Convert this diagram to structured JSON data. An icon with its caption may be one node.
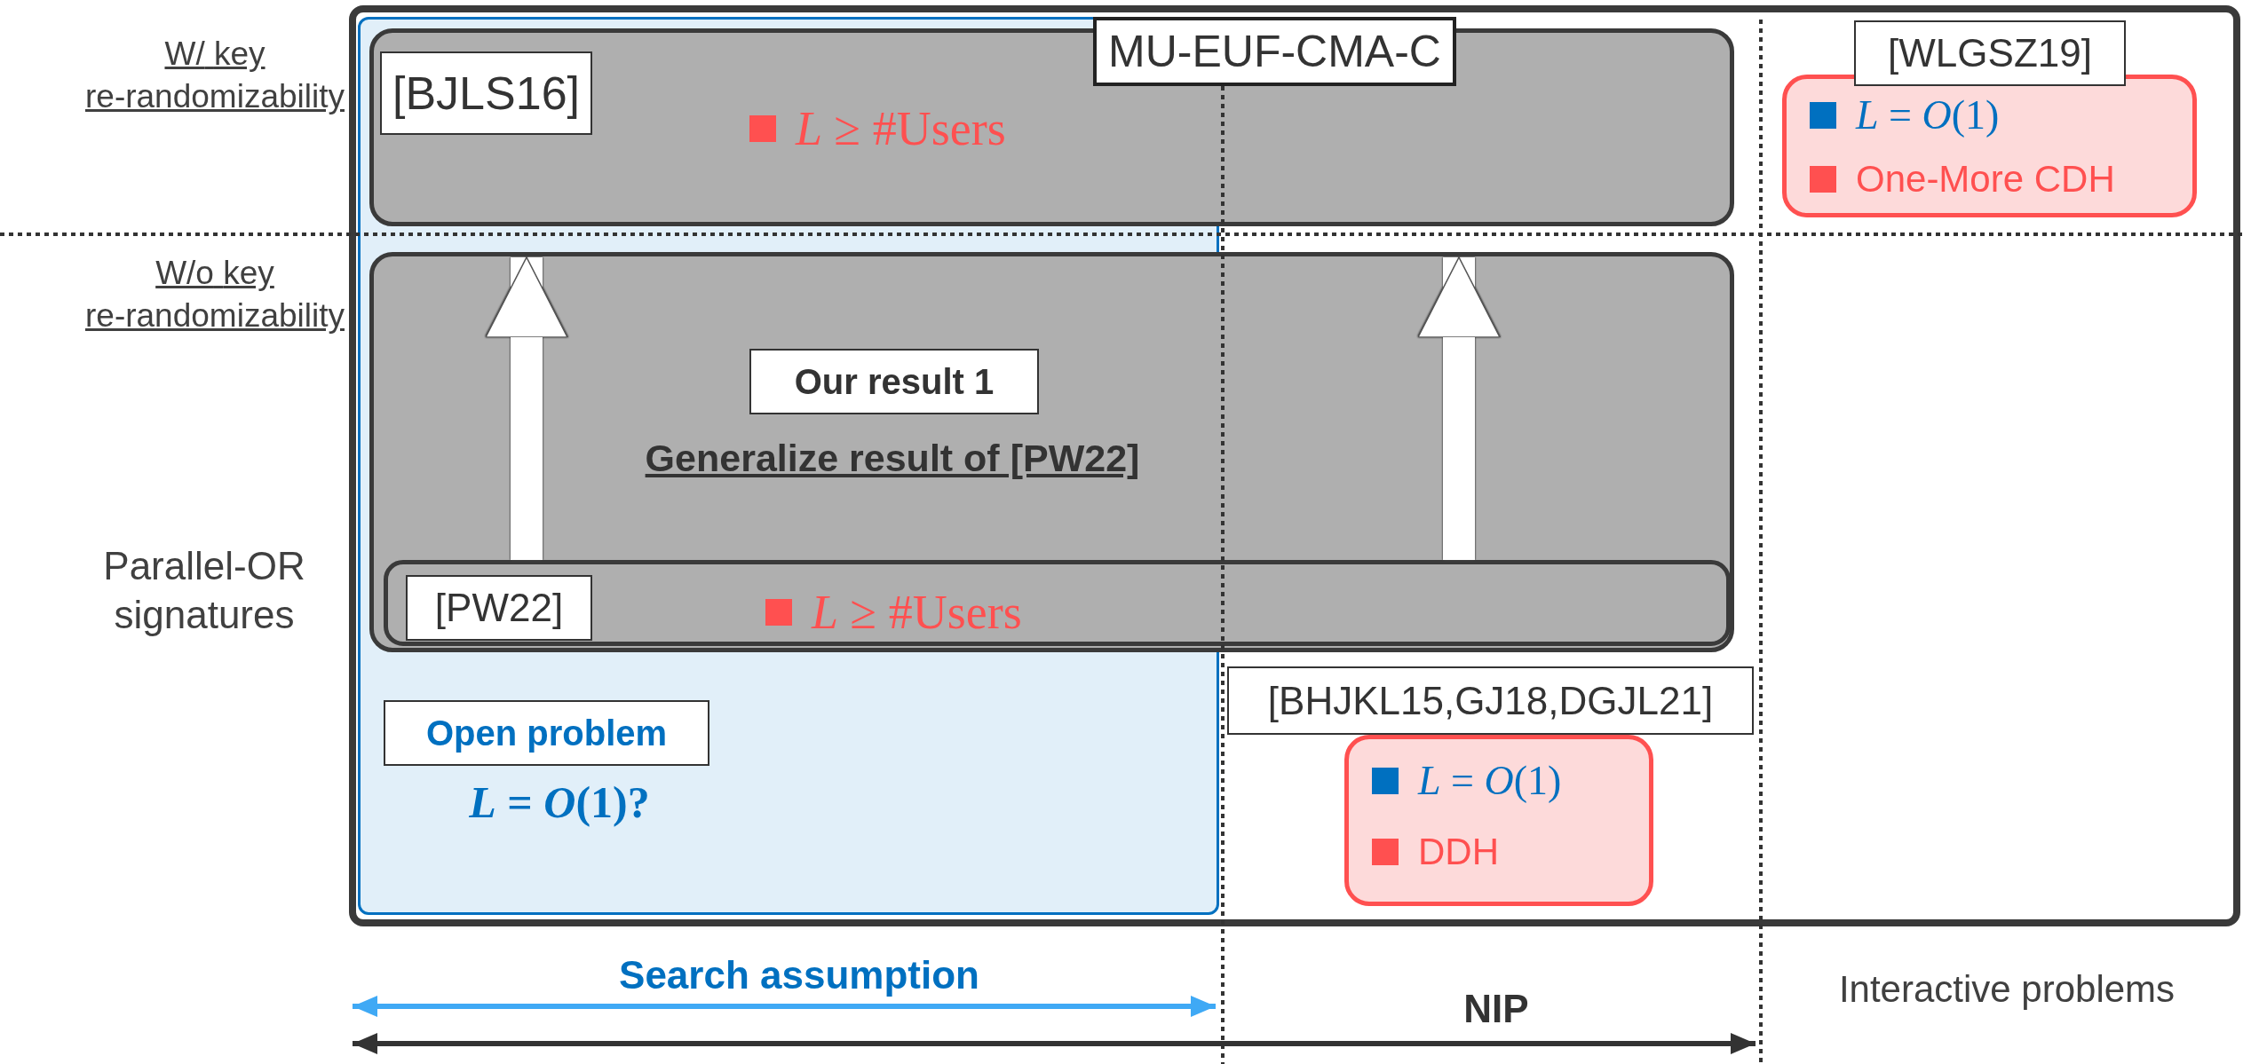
{
  "diagram": {
    "nodes": [
      {
        "text": [],
        "shape": "box"
      },
      {
        "text": [
          "MU-EUF-CMA-C"
        ],
        "in": 0
      },
      {
        "text": [],
        "shape": "box",
        "in": 0
      },
      {
        "text": [
          "[BJLS16]",
          "*L* ≥ #Users"
        ],
        "in": 0
      },
      {
        "text": [
          "Generalize result of [PW22]"
        ],
        "in": 0
      },
      {
        "text": [
          "Our result 1"
        ]
      },
      {
        "text": [
          "[PW22]",
          "*L* ≥ #Users"
        ],
        "in": 4
      },
      {
        "text": [
          "Open problem"
        ],
        "beside": [
          "*L* = *O*(1)?"
        ],
        "in": 2
      },
      {
        "text": [
          "[WLGSZ19]",
          "*L* = *O*(1)",
          "One-More CDH"
        ],
        "in": 0
      },
      {
        "text": [
          "[BHJKL15,GJ18,DGJL21]",
          "*L* = *O*(1)",
          "DDH"
        ],
        "in": 0
      }
    ],
    "edges": [
      {
        "from": 6,
        "to": 4,
        "arrow": "to"
      },
      {
        "from": 6,
        "to": 4,
        "arrow": "to"
      }
    ],
    "labels": [
      "W/ key re-randomizability",
      "W/o key re-randomizability",
      "Parallel-OR signatures",
      "Search assumption",
      "NIP",
      "Interactive problems"
    ]
  }
}
